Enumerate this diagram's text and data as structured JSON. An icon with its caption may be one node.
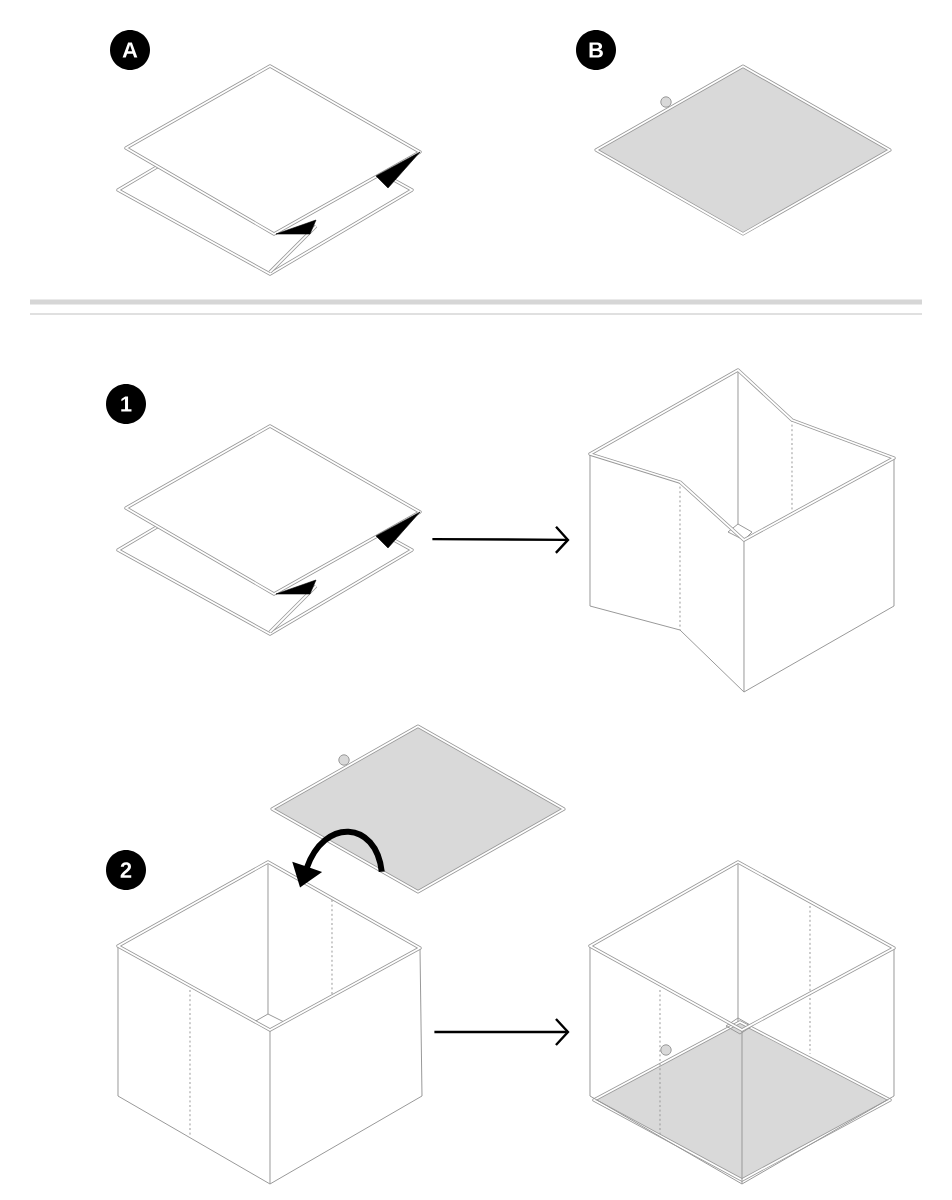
{
  "diagram": {
    "nodes": [
      {
        "text": [
          "A"
        ]
      },
      {
        "text": [],
        "shape": "picture"
      },
      {
        "text": [
          "B"
        ]
      },
      {
        "text": [],
        "shape": "picture"
      },
      {
        "text": [
          "1"
        ]
      },
      {
        "text": [],
        "shape": "picture"
      },
      {
        "text": [],
        "shape": "picture"
      },
      {
        "text": [
          "2"
        ]
      },
      {
        "text": [],
        "shape": "picture"
      },
      {
        "text": [],
        "shape": "picture"
      },
      {
        "text": [],
        "shape": "picture"
      }
    ],
    "edges": [
      {
        "from": 5,
        "to": 6,
        "arrow": "to"
      },
      {
        "from": 8,
        "to": 9,
        "arrow": "to",
        "style": "thick"
      },
      {
        "from": 9,
        "to": 10,
        "arrow": "to"
      }
    ]
  }
}
